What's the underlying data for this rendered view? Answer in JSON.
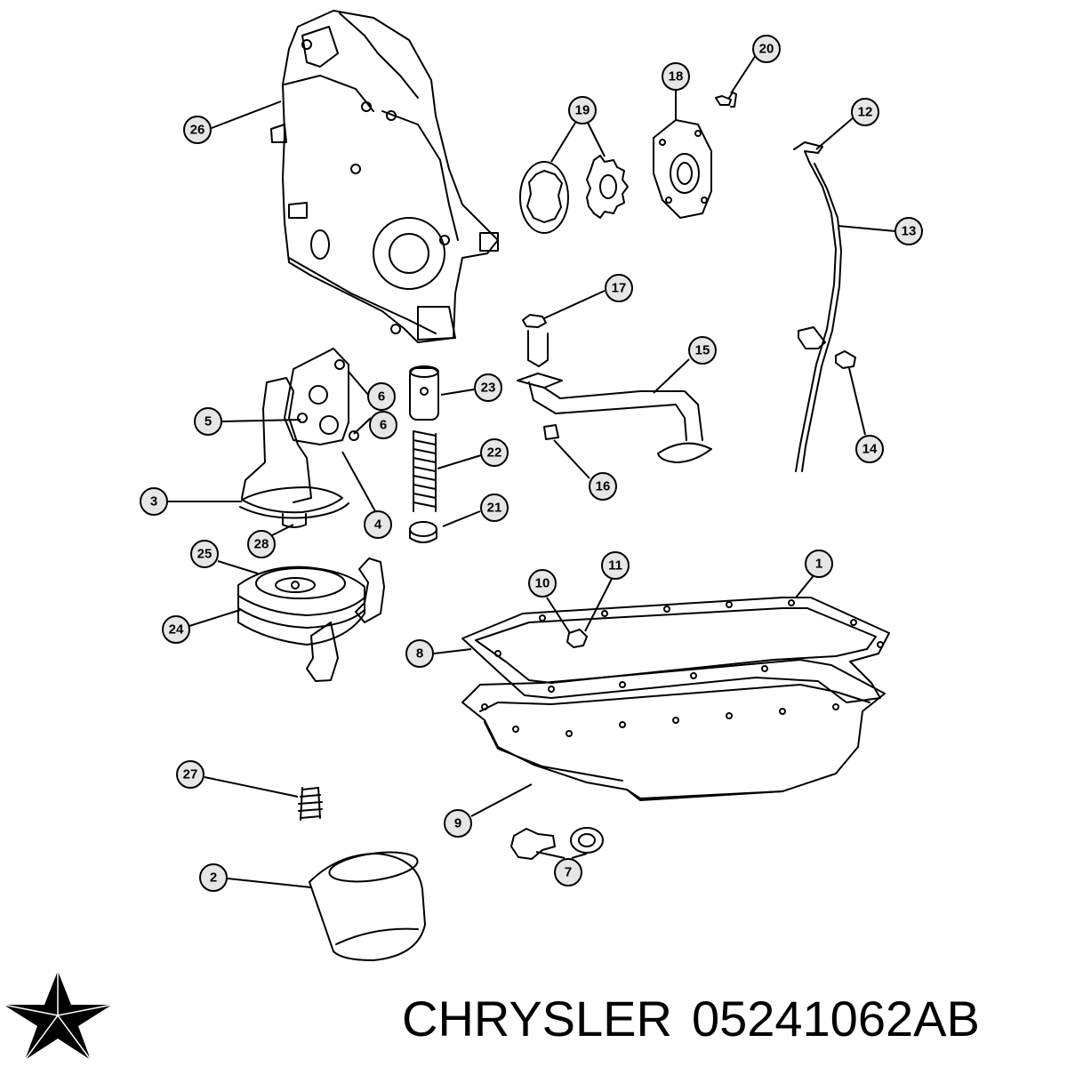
{
  "footer": {
    "brand": "CHRYSLER",
    "part_number": "05241062AB"
  },
  "logo_icon": "chrysler-pentastar-icon",
  "callouts": [
    {
      "label": "1"
    },
    {
      "label": "2"
    },
    {
      "label": "3"
    },
    {
      "label": "4"
    },
    {
      "label": "5"
    },
    {
      "label": "6"
    },
    {
      "label": "6"
    },
    {
      "label": "7"
    },
    {
      "label": "8"
    },
    {
      "label": "9"
    },
    {
      "label": "10"
    },
    {
      "label": "11"
    },
    {
      "label": "12"
    },
    {
      "label": "13"
    },
    {
      "label": "14"
    },
    {
      "label": "15"
    },
    {
      "label": "16"
    },
    {
      "label": "17"
    },
    {
      "label": "18"
    },
    {
      "label": "19"
    },
    {
      "label": "20"
    },
    {
      "label": "21"
    },
    {
      "label": "22"
    },
    {
      "label": "23"
    },
    {
      "label": "24"
    },
    {
      "label": "25"
    },
    {
      "label": "26"
    },
    {
      "label": "27"
    },
    {
      "label": "28"
    }
  ]
}
